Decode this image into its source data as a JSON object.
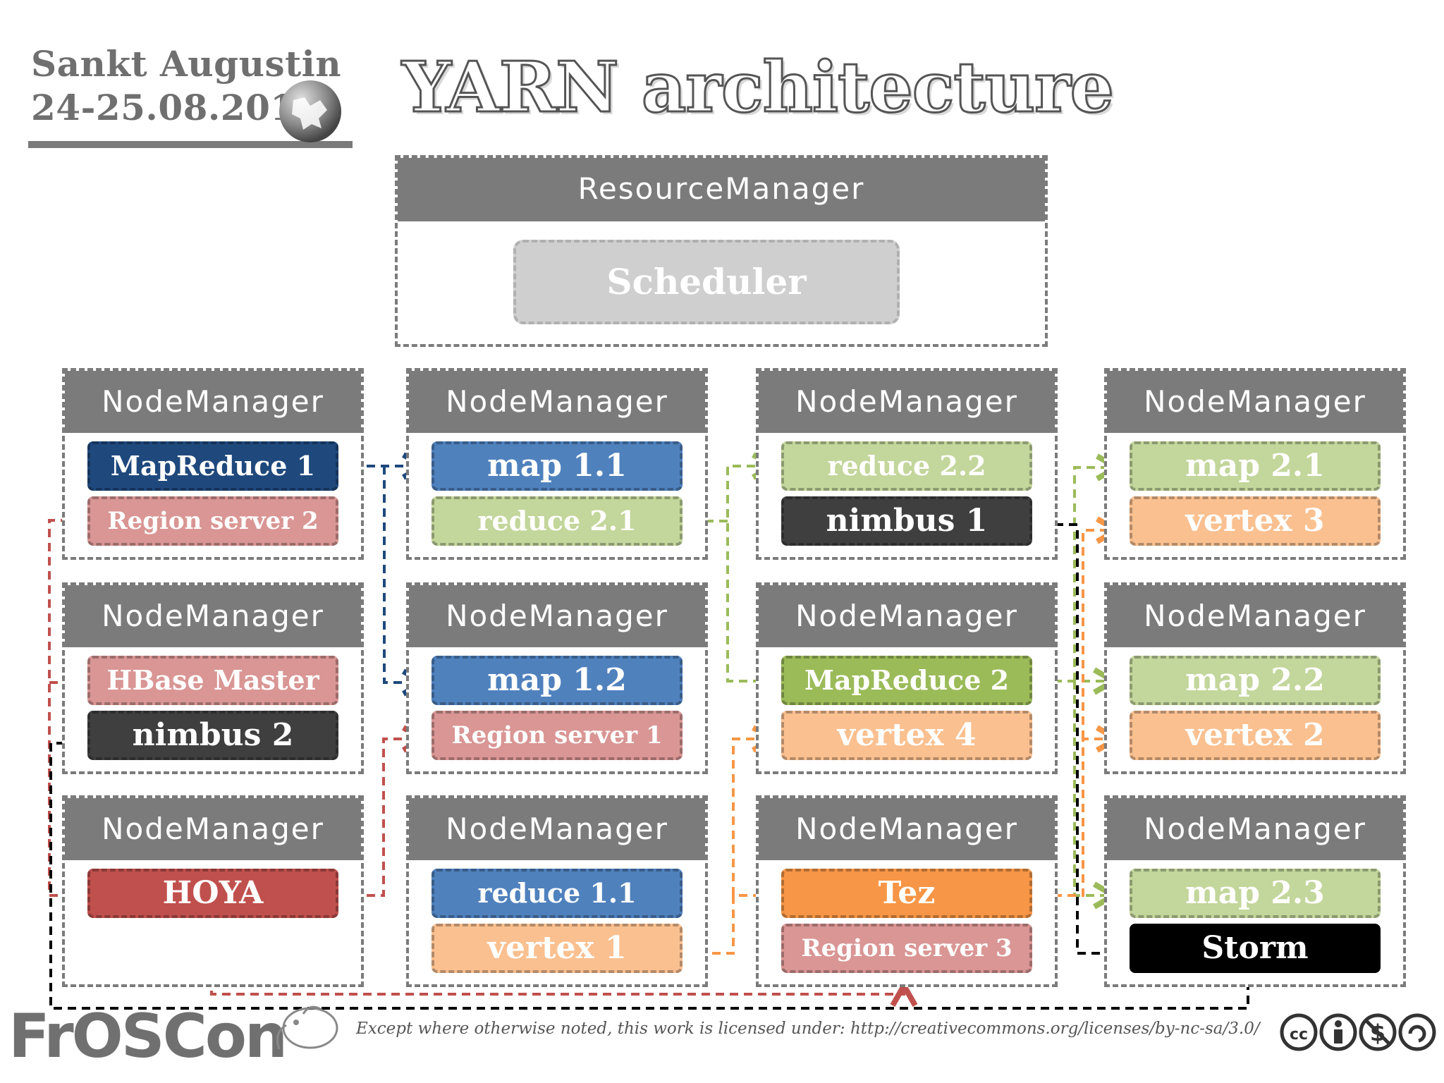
{
  "header": {
    "event_city": "Sankt Augustin",
    "event_date": "24-25.08.2013",
    "title": "YARN architecture"
  },
  "resource_manager": {
    "label": "ResourceManager",
    "scheduler": "Scheduler"
  },
  "node_managers": [
    {
      "label": "NodeManager",
      "containers": [
        {
          "label": "MapReduce 1",
          "color": "#1f497d"
        },
        {
          "label": "Region server 2",
          "color": "#d99694"
        }
      ]
    },
    {
      "label": "NodeManager",
      "containers": [
        {
          "label": "map 1.1",
          "color": "#4f81bd"
        },
        {
          "label": "reduce 2.1",
          "color": "#c3d69b"
        }
      ]
    },
    {
      "label": "NodeManager",
      "containers": [
        {
          "label": "reduce 2.2",
          "color": "#c3d69b"
        },
        {
          "label": "nimbus 1",
          "color": "#3f3f3f"
        }
      ]
    },
    {
      "label": "NodeManager",
      "containers": [
        {
          "label": "map 2.1",
          "color": "#c3d69b"
        },
        {
          "label": "vertex 3",
          "color": "#fac090"
        }
      ]
    },
    {
      "label": "NodeManager",
      "containers": [
        {
          "label": "HBase Master",
          "color": "#d99694"
        },
        {
          "label": "nimbus 2",
          "color": "#3f3f3f"
        }
      ]
    },
    {
      "label": "NodeManager",
      "containers": [
        {
          "label": "map 1.2",
          "color": "#4f81bd"
        },
        {
          "label": "Region server 1",
          "color": "#d99694"
        }
      ]
    },
    {
      "label": "NodeManager",
      "containers": [
        {
          "label": "MapReduce 2",
          "color": "#9bbb59"
        },
        {
          "label": "vertex 4",
          "color": "#fac090"
        }
      ]
    },
    {
      "label": "NodeManager",
      "containers": [
        {
          "label": "map 2.2",
          "color": "#c3d69b"
        },
        {
          "label": "vertex 2",
          "color": "#fac090"
        }
      ]
    },
    {
      "label": "NodeManager",
      "containers": [
        {
          "label": "HOYA",
          "color": "#c0504d"
        }
      ]
    },
    {
      "label": "NodeManager",
      "containers": [
        {
          "label": "reduce 1.1",
          "color": "#4f81bd"
        },
        {
          "label": "vertex 1",
          "color": "#fac090"
        }
      ]
    },
    {
      "label": "NodeManager",
      "containers": [
        {
          "label": "Tez",
          "color": "#f79646"
        },
        {
          "label": "Region server 3",
          "color": "#d99694"
        }
      ]
    },
    {
      "label": "NodeManager",
      "containers": [
        {
          "label": "map 2.3",
          "color": "#c3d69b"
        },
        {
          "label": "Storm",
          "color": "#000000"
        }
      ]
    }
  ],
  "arrow_colors": {
    "mapreduce1": "#1f497d",
    "mapreduce2": "#9bbb59",
    "hoya": "#c0504d",
    "tez": "#f79646",
    "storm": "#000000"
  },
  "footer": {
    "logo": "FrOSCon",
    "license": "Except where otherwise noted, this work is licensed under: http://creativecommons.org/licenses/by-nc-sa/3.0/"
  }
}
